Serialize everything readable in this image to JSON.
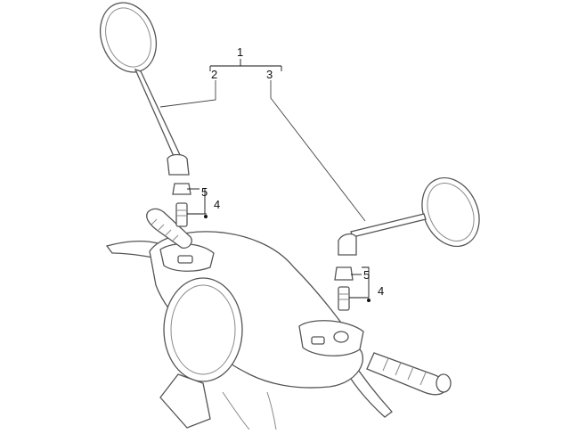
{
  "diagram": {
    "callouts": {
      "assembly": "1",
      "left_mirror": "2",
      "right_mirror": "3",
      "screw_left": "4",
      "nut_left": "5",
      "screw_right": "4",
      "nut_right": "5"
    },
    "colors": {
      "line": "#555555",
      "leader": "#444444",
      "text": "#111111",
      "background": "#ffffff"
    }
  }
}
